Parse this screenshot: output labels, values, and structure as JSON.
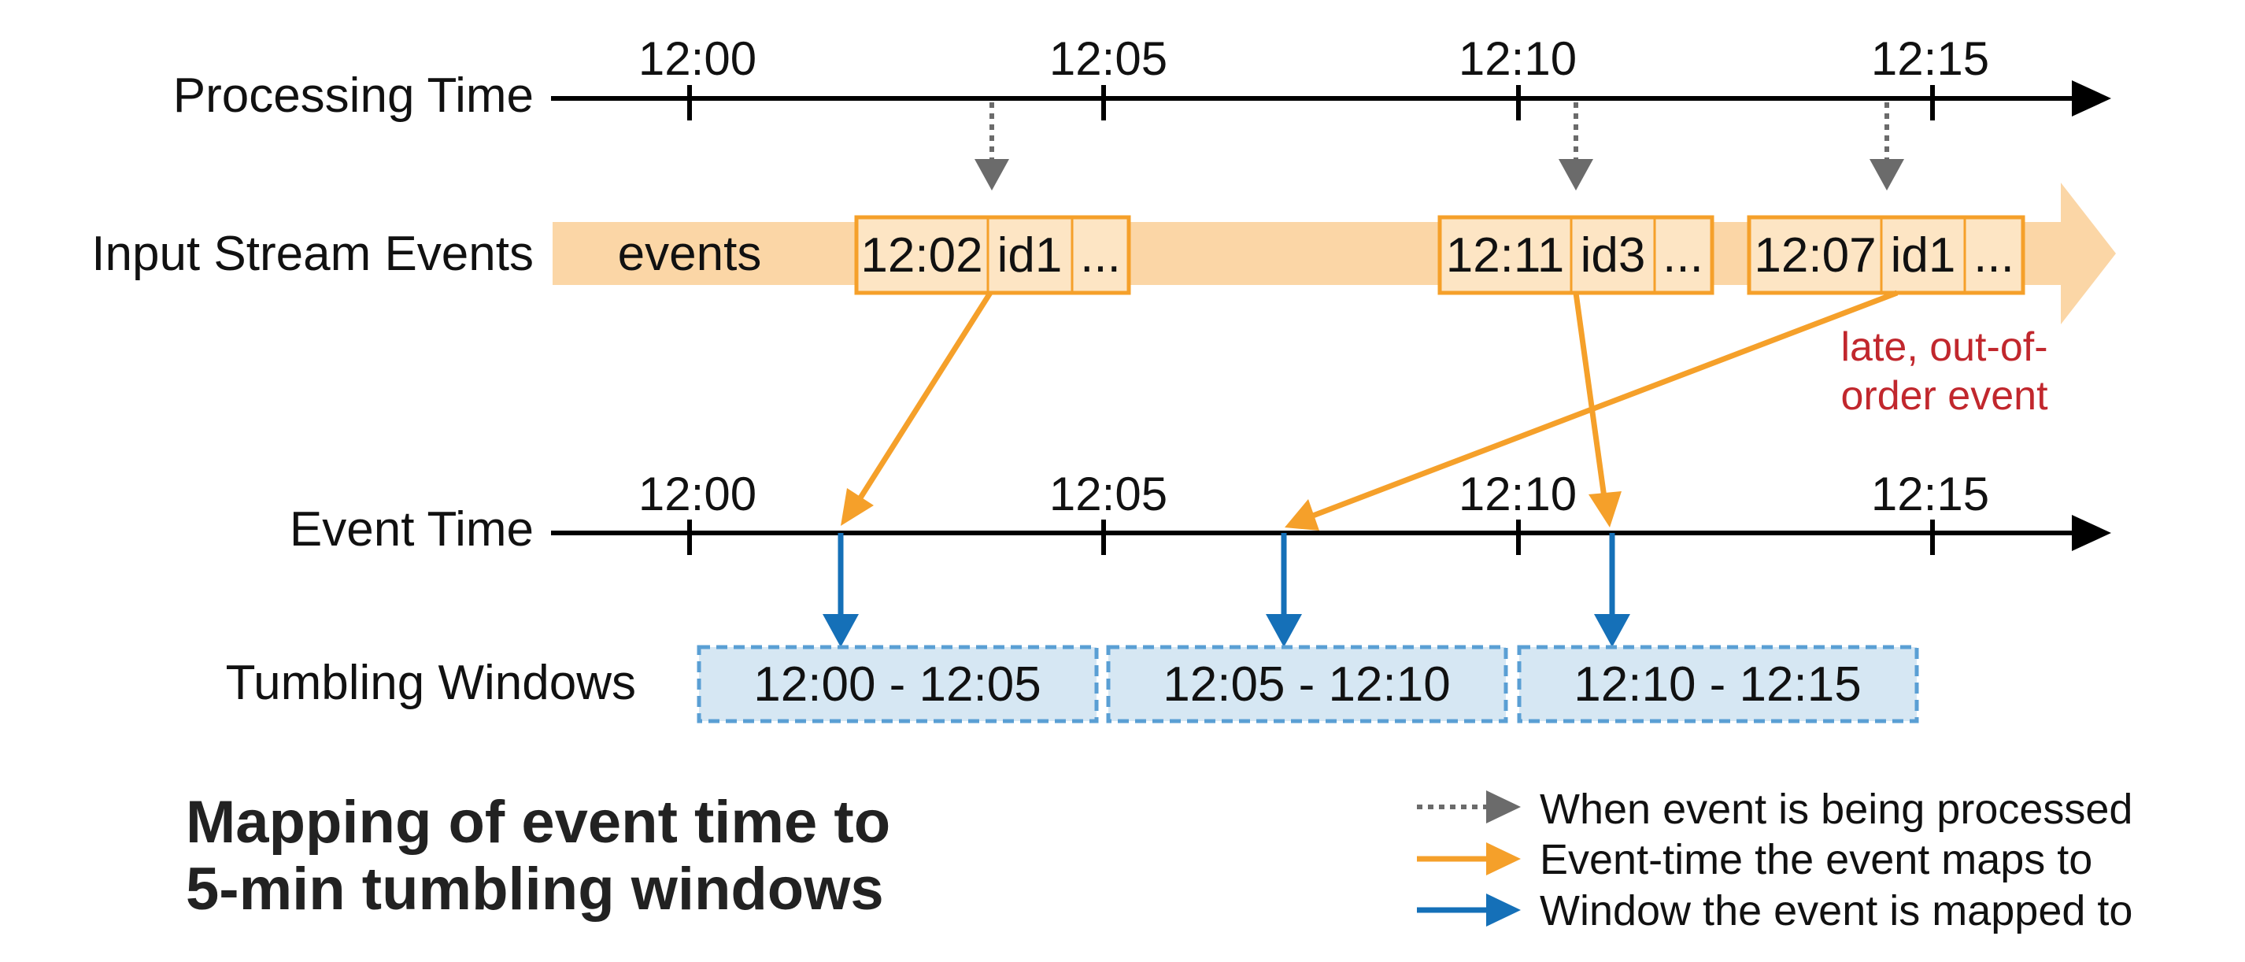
{
  "labels": {
    "processing_time": "Processing Time",
    "input_stream": "Input Stream Events",
    "event_time": "Event Time",
    "tumbling_windows": "Tumbling Windows"
  },
  "processing_ticks": [
    "12:00",
    "12:05",
    "12:10",
    "12:15"
  ],
  "event_ticks": [
    "12:00",
    "12:05",
    "12:10",
    "12:15"
  ],
  "stream": {
    "label": "events",
    "events": [
      {
        "time": "12:02",
        "id": "id1",
        "more": "..."
      },
      {
        "time": "12:11",
        "id": "id3",
        "more": "..."
      },
      {
        "time": "12:07",
        "id": "id1",
        "more": "..."
      }
    ]
  },
  "late_note": {
    "line1": "late, out-of-",
    "line2": "order event"
  },
  "windows": [
    "12:00 - 12:05",
    "12:05 - 12:10",
    "12:10 - 12:15"
  ],
  "caption": {
    "line1": "Mapping of event time to",
    "line2": "5-min tumbling windows"
  },
  "legend": [
    {
      "style": "dotted-gray",
      "label": "When event is being processed"
    },
    {
      "style": "solid-orange",
      "label": "Event-time the event maps to"
    },
    {
      "style": "solid-blue",
      "label": "Window the event is mapped to"
    }
  ],
  "colors": {
    "axis": "#000000",
    "processing_arrow": "#6b6b6b",
    "event_time_arrow": "#f5a02a",
    "window_arrow": "#1570b8",
    "stream_fill": "#fbd6a6",
    "event_box_border": "#f5a02a",
    "window_fill": "#d6e7f3",
    "window_border": "#5a9fd4",
    "late_note": "#c1272d"
  }
}
